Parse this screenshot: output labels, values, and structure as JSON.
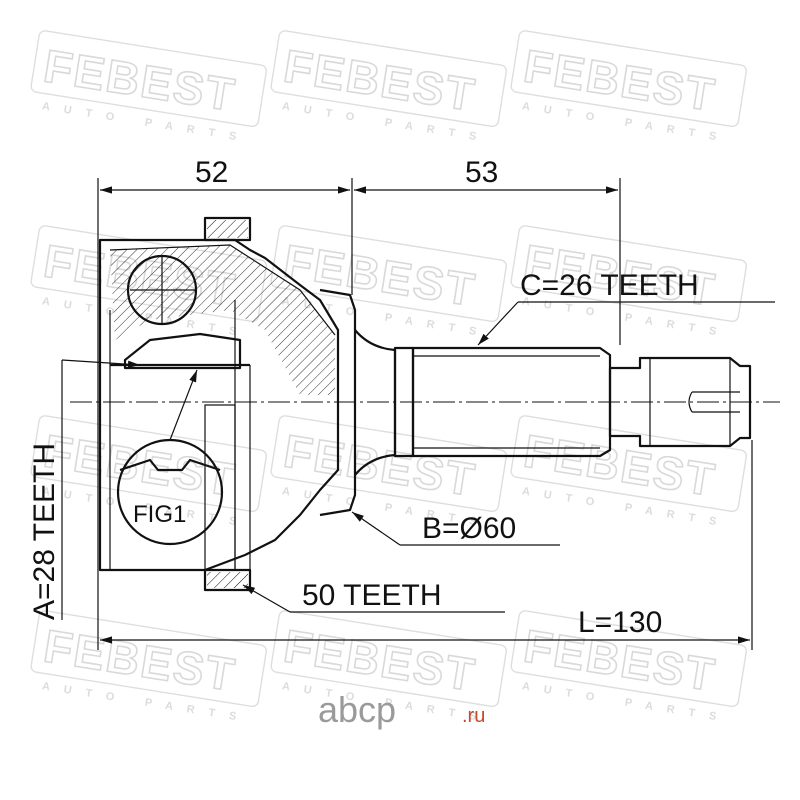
{
  "watermark": {
    "brand": "FEBEST",
    "subtitle": "AUTO PARTS"
  },
  "drawing": {
    "dim_outer_length": "52",
    "dim_shaft_length": "53",
    "spline_c": "C=26 TEETH",
    "spline_a": "A=28 TEETH",
    "diameter_b": "B=Ø60",
    "abs_ring": "50 TEETH",
    "total_length": "L=130",
    "detail_label": "FIG1"
  },
  "footer": {
    "site_name": "abcp",
    "site_tld": ".ru"
  }
}
